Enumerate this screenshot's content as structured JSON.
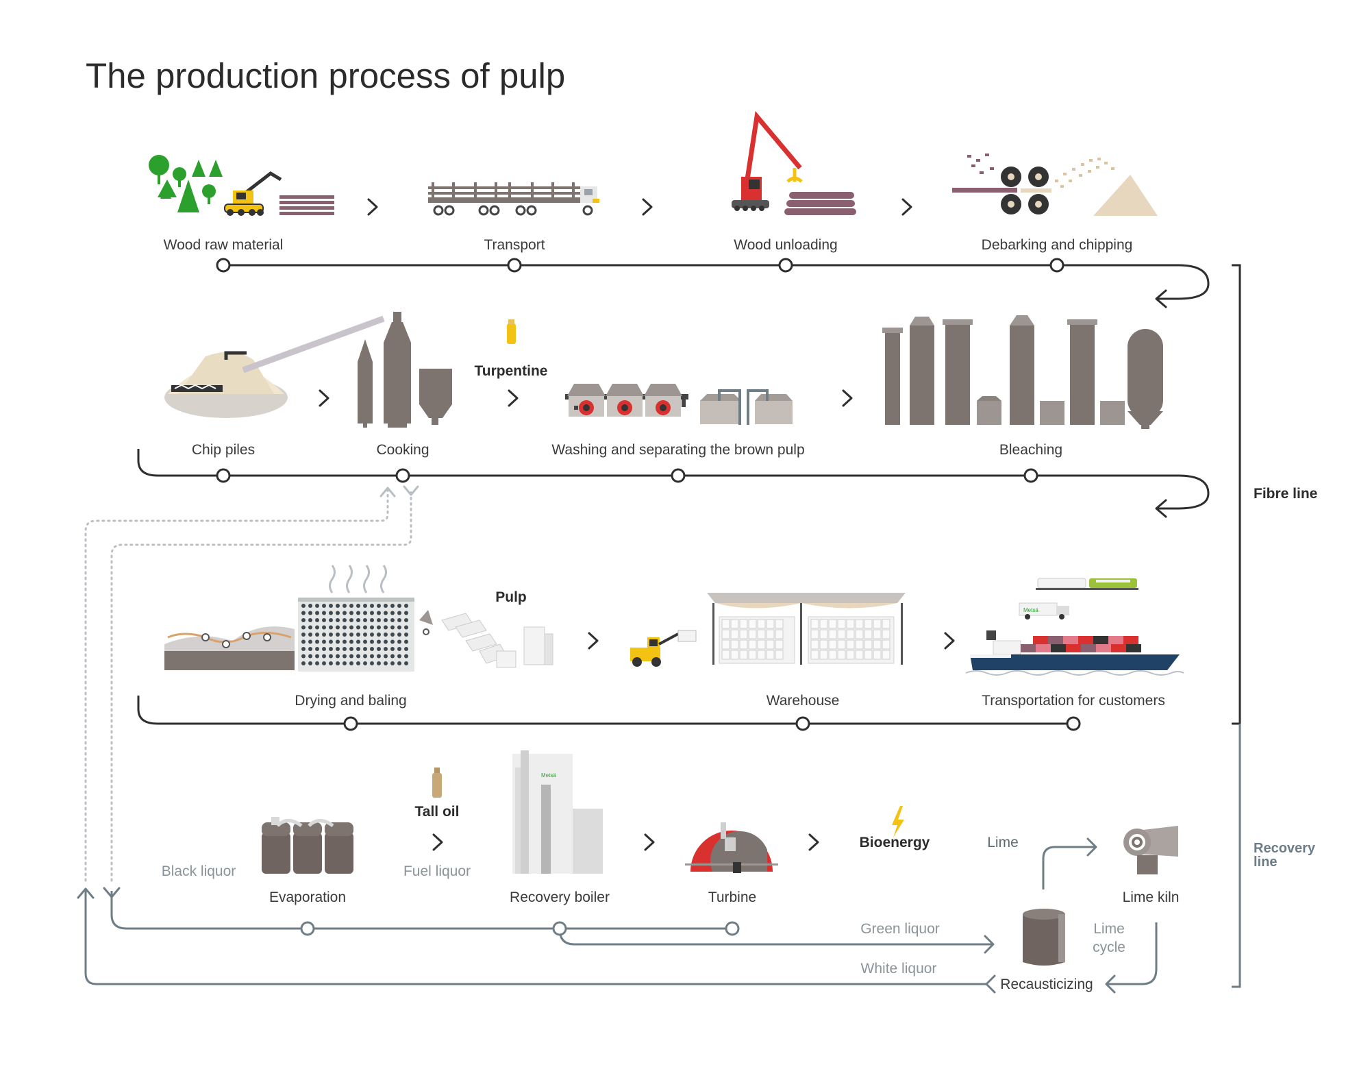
{
  "title": "The production process of pulp",
  "steps": {
    "wood_raw_material": "Wood raw material",
    "transport": "Transport",
    "wood_unloading": "Wood unloading",
    "debarking": "Debarking and chipping",
    "chip_piles": "Chip piles",
    "cooking": "Cooking",
    "washing": "Washing and separating the brown pulp",
    "bleaching": "Bleaching",
    "drying": "Drying and baling",
    "warehouse": "Warehouse",
    "transport_customers": "Transportation for customers",
    "evaporation": "Evaporation",
    "recovery_boiler": "Recovery boiler",
    "turbine": "Turbine",
    "lime_kiln": "Lime kiln",
    "recausticizing": "Recausticizing"
  },
  "products": {
    "turpentine": "Turpentine",
    "pulp": "Pulp",
    "tall_oil": "Tall oil",
    "bioenergy": "Bioenergy"
  },
  "flows": {
    "black_liquor": "Black liquor",
    "fuel_liquor": "Fuel liquor",
    "lime": "Lime",
    "green_liquor": "Green liquor",
    "white_liquor": "White liquor",
    "lime_cycle_1": "Lime",
    "lime_cycle_2": "cycle"
  },
  "lines": {
    "fibre": "Fibre line",
    "recovery_1": "Recovery",
    "recovery_2": "line"
  },
  "logo_text": "Metsä",
  "colors": {
    "dark_line": "#2e2e2e",
    "recovery_line": "#6f7d86",
    "tree_green": "#2ca02c",
    "accent_red": "#d8312f",
    "machine_yellow": "#f2c313",
    "product_gold": "#e9c15a",
    "sawdust": "#e7d7bf",
    "silo_grey": "#7d7470"
  },
  "icons": [
    "tree-icon",
    "harvester-icon",
    "log-truck-icon",
    "crane-icon",
    "chipper-icon",
    "silo-icon",
    "bottle-icon",
    "bolt-icon",
    "ship-icon",
    "train-icon",
    "loader-icon",
    "kiln-icon"
  ]
}
